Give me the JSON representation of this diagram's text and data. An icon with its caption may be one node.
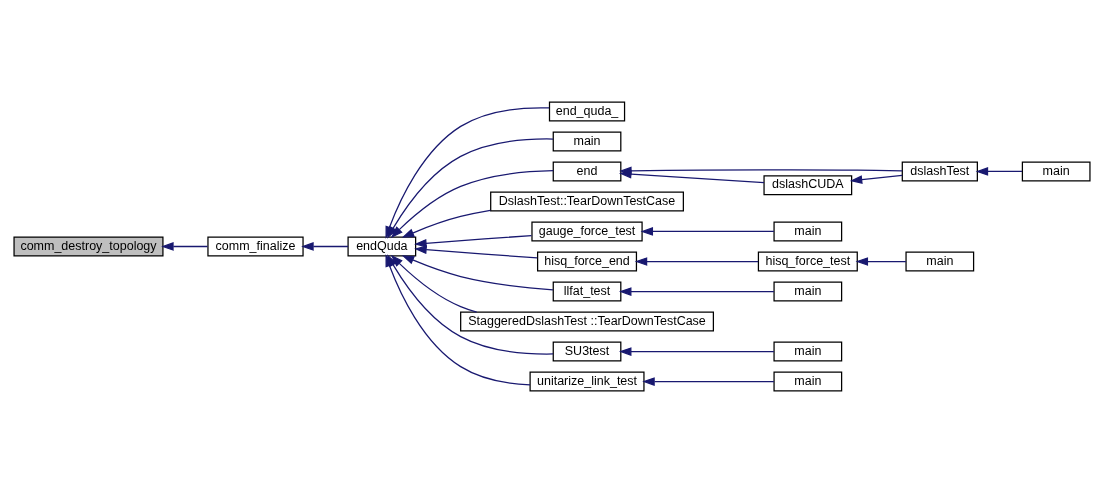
{
  "diagram": {
    "nodes": [
      {
        "text": [
          "comm_destroy_topology"
        ]
      },
      {
        "text": [
          "comm_finalize"
        ]
      },
      {
        "text": [
          "endQuda"
        ]
      },
      {
        "text": [
          "end_quda_"
        ]
      },
      {
        "text": [
          "main"
        ]
      },
      {
        "text": [
          "end"
        ]
      },
      {
        "text": [
          "dslashCUDA"
        ]
      },
      {
        "text": [
          "dslashTest"
        ]
      },
      {
        "text": [
          "main"
        ]
      },
      {
        "text": [
          "DslashTest::TearDownTestCase"
        ]
      },
      {
        "text": [
          "gauge_force_test"
        ]
      },
      {
        "text": [
          "main"
        ]
      },
      {
        "text": [
          "hisq_force_end"
        ]
      },
      {
        "text": [
          "hisq_force_test"
        ]
      },
      {
        "text": [
          "main"
        ]
      },
      {
        "text": [
          "llfat_test"
        ]
      },
      {
        "text": [
          "main"
        ]
      },
      {
        "text": [
          "StaggeredDslashTest ::TearDownTestCase"
        ]
      },
      {
        "text": [
          "SU3test"
        ]
      },
      {
        "text": [
          "main"
        ]
      },
      {
        "text": [
          "unitarize_link_test"
        ]
      },
      {
        "text": [
          "main"
        ]
      }
    ],
    "edges": [
      {
        "from": 1,
        "to": 0,
        "arrow": "to"
      },
      {
        "from": 2,
        "to": 1,
        "arrow": "to"
      },
      {
        "from": 3,
        "to": 2,
        "arrow": "to"
      },
      {
        "from": 4,
        "to": 2,
        "arrow": "to"
      },
      {
        "from": 5,
        "to": 2,
        "arrow": "to"
      },
      {
        "from": 9,
        "to": 2,
        "arrow": "to"
      },
      {
        "from": 10,
        "to": 2,
        "arrow": "to"
      },
      {
        "from": 12,
        "to": 2,
        "arrow": "to"
      },
      {
        "from": 15,
        "to": 2,
        "arrow": "to"
      },
      {
        "from": 17,
        "to": 2,
        "arrow": "to"
      },
      {
        "from": 18,
        "to": 2,
        "arrow": "to"
      },
      {
        "from": 20,
        "to": 2,
        "arrow": "to"
      },
      {
        "from": 6,
        "to": 5,
        "arrow": "to"
      },
      {
        "from": 7,
        "to": 5,
        "arrow": "to"
      },
      {
        "from": 7,
        "to": 6,
        "arrow": "to"
      },
      {
        "from": 8,
        "to": 7,
        "arrow": "to"
      },
      {
        "from": 11,
        "to": 10,
        "arrow": "to"
      },
      {
        "from": 13,
        "to": 12,
        "arrow": "to"
      },
      {
        "from": 14,
        "to": 13,
        "arrow": "to"
      },
      {
        "from": 16,
        "to": 15,
        "arrow": "to"
      },
      {
        "from": 19,
        "to": 18,
        "arrow": "to"
      },
      {
        "from": 21,
        "to": 20,
        "arrow": "to"
      }
    ]
  }
}
